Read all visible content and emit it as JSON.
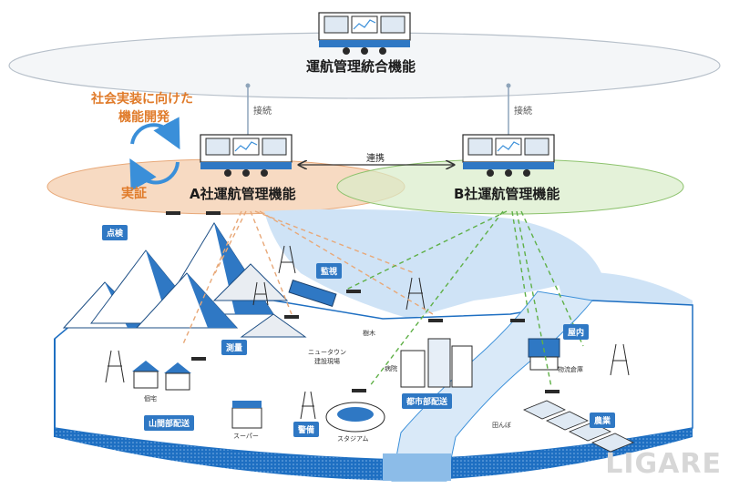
{
  "header": {
    "integration_label": "運航管理統合機能",
    "connect_label_left": "接続",
    "connect_label_right": "接続",
    "cooperation_label": "連携"
  },
  "company_a": {
    "label": "A社運航管理機能"
  },
  "company_b": {
    "label": "B社運航管理機能"
  },
  "dev_cycle": {
    "title_line1": "社会実装に向けた",
    "title_line2": "機能開発",
    "verification_label": "実証"
  },
  "use_cases": {
    "inspection": "点検",
    "monitoring": "監視",
    "survey": "測量",
    "mountain_delivery": "山間部配送",
    "security": "警備",
    "urban_delivery": "都市部配送",
    "indoor": "屋内",
    "agriculture": "農業"
  },
  "places": {
    "new_town": "ニュータウン\n建設現場",
    "house": "個宅",
    "supermarket": "スーパー",
    "stadium": "スタジアム",
    "hospital": "病院",
    "trees": "樹木",
    "warehouse": "物流倉庫",
    "rice_field": "田んぼ"
  },
  "watermark": "LIGARE",
  "colors": {
    "accent_blue": "#2f78c4",
    "orange": "#e07b2a",
    "green": "#5fb047",
    "water": "#cfe3f6",
    "ground_edge": "#1e6fc2"
  }
}
